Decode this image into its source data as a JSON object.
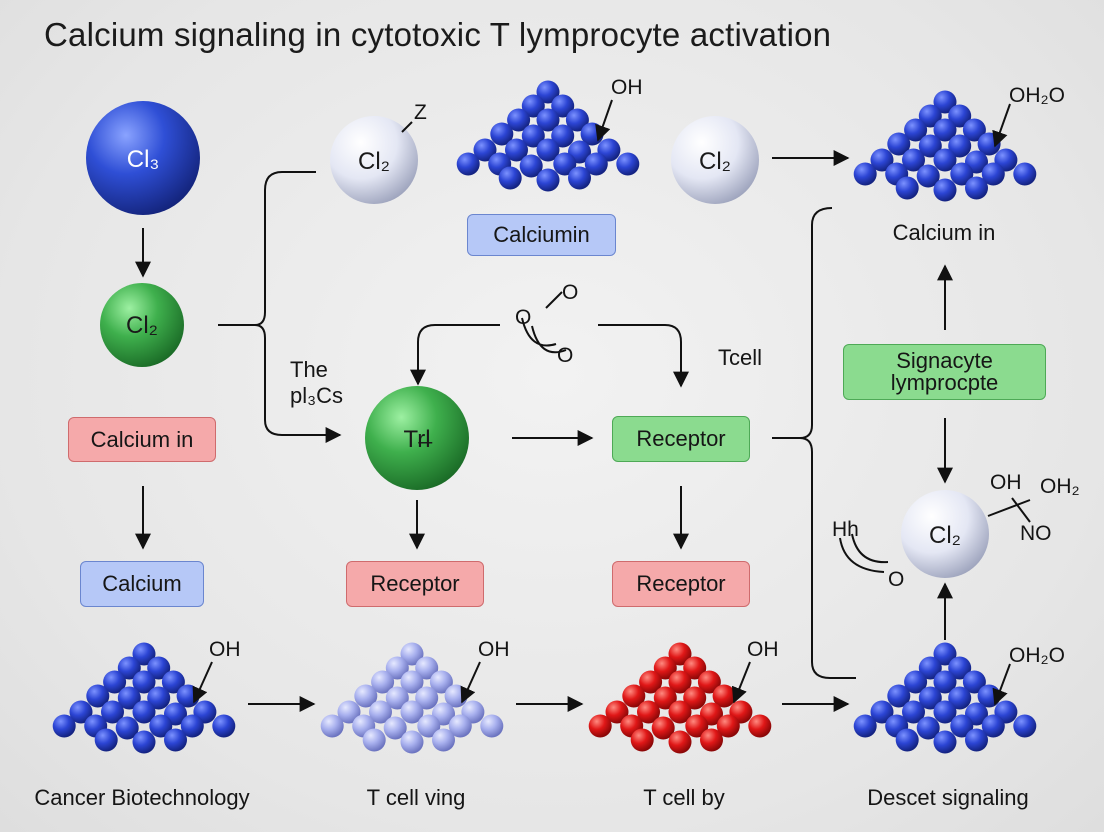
{
  "title": "Calcium signaling in cytotoxic T lymprocyte activation",
  "spheres": {
    "top_left": "Cl₃",
    "mid_left": "Cl₂",
    "top_center": "Cl₂",
    "top_right": "Cl₂",
    "center": "Tr̶l",
    "right": "Cl₂"
  },
  "boxes": {
    "calcium_in_top": "Calciumin",
    "calcium_in_left": "Calcium in",
    "calcium_left": "Calcium",
    "receptor_center": "Receptor",
    "receptor_bottom_center": "Receptor",
    "receptor_bottom_right": "Receptor",
    "signacyte_line1": "Signacyte",
    "signacyte_line2": "lymprocpte"
  },
  "labels": {
    "top_right_caption": "Calcium in",
    "the_line1": "The",
    "the_line2": "pl₃Cs",
    "tcell": "Tcell",
    "bottom_1": "Cancer Biotechnology",
    "bottom_2": "T cell ving",
    "bottom_3": "T cell by",
    "bottom_4": "Descet signaling"
  },
  "chem_labels": {
    "z": "Z",
    "oh_top": "OH",
    "oh2o_top": "OH₂O",
    "o_top": "O",
    "o_left": "O",
    "o_bottom": "O",
    "oh_right": "OH",
    "oh2_right": "OH₂",
    "no_right": "NO",
    "hh": "Hh",
    "o_hh": "O",
    "oh_b1": "OH",
    "oh_b2": "OH",
    "oh_b3": "OH",
    "oh2o_b4": "OH₂O"
  },
  "colors": {
    "blue_sphere": "#2f4fd6",
    "green_sphere": "#3fb04d",
    "white_sphere": "#e8ebf6",
    "blue_cluster": "#2c45d4",
    "lavender_cluster": "#a8b0ee",
    "red_cluster": "#e01717"
  }
}
